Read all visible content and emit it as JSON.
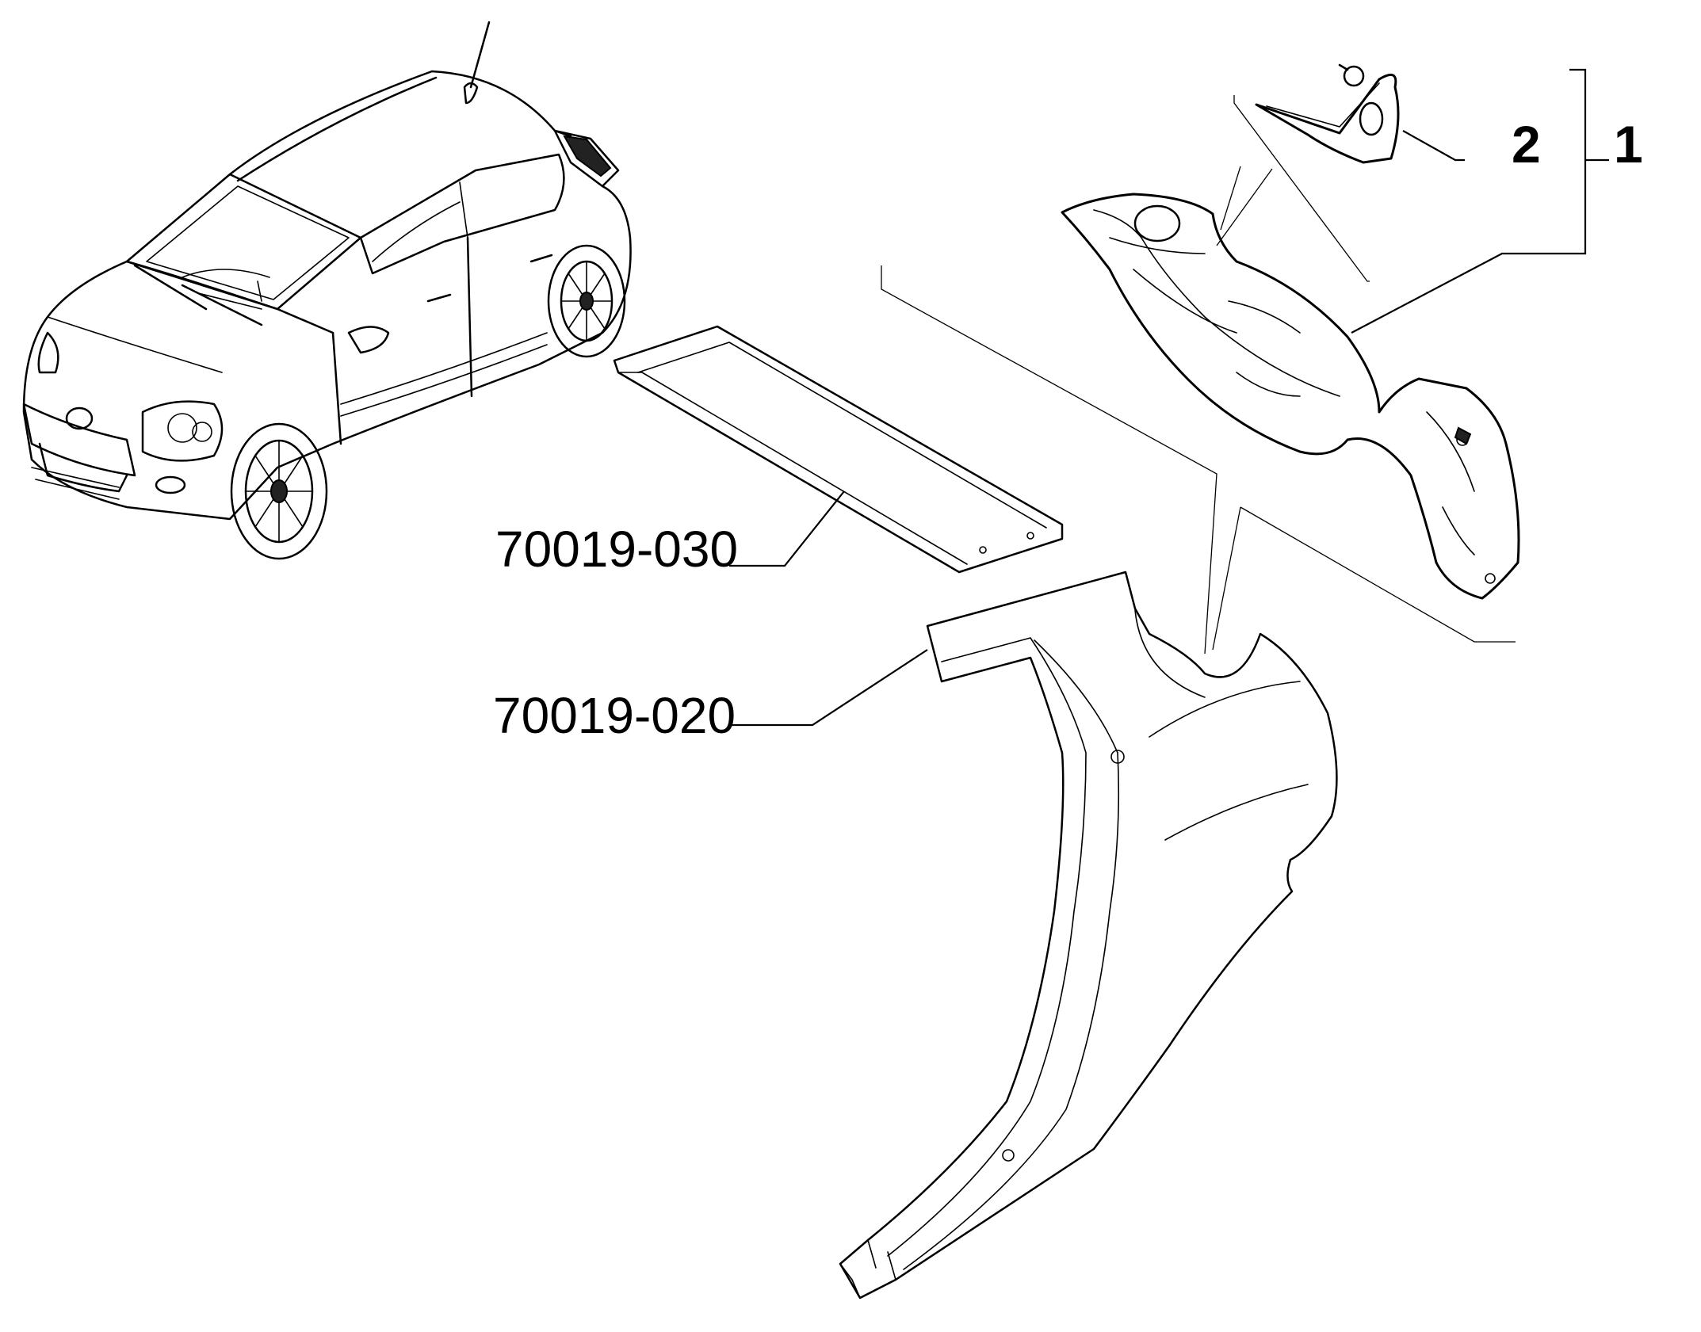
{
  "diagram": {
    "parts": [
      {
        "id": "roof-rail",
        "code": "70019-030"
      },
      {
        "id": "rear-side-panel",
        "code": "70019-020"
      }
    ],
    "callouts": [
      {
        "id": "assembly",
        "label": "1"
      },
      {
        "id": "bracket",
        "label": "2"
      }
    ],
    "colors": {
      "line": "#000000",
      "background": "#ffffff"
    }
  }
}
